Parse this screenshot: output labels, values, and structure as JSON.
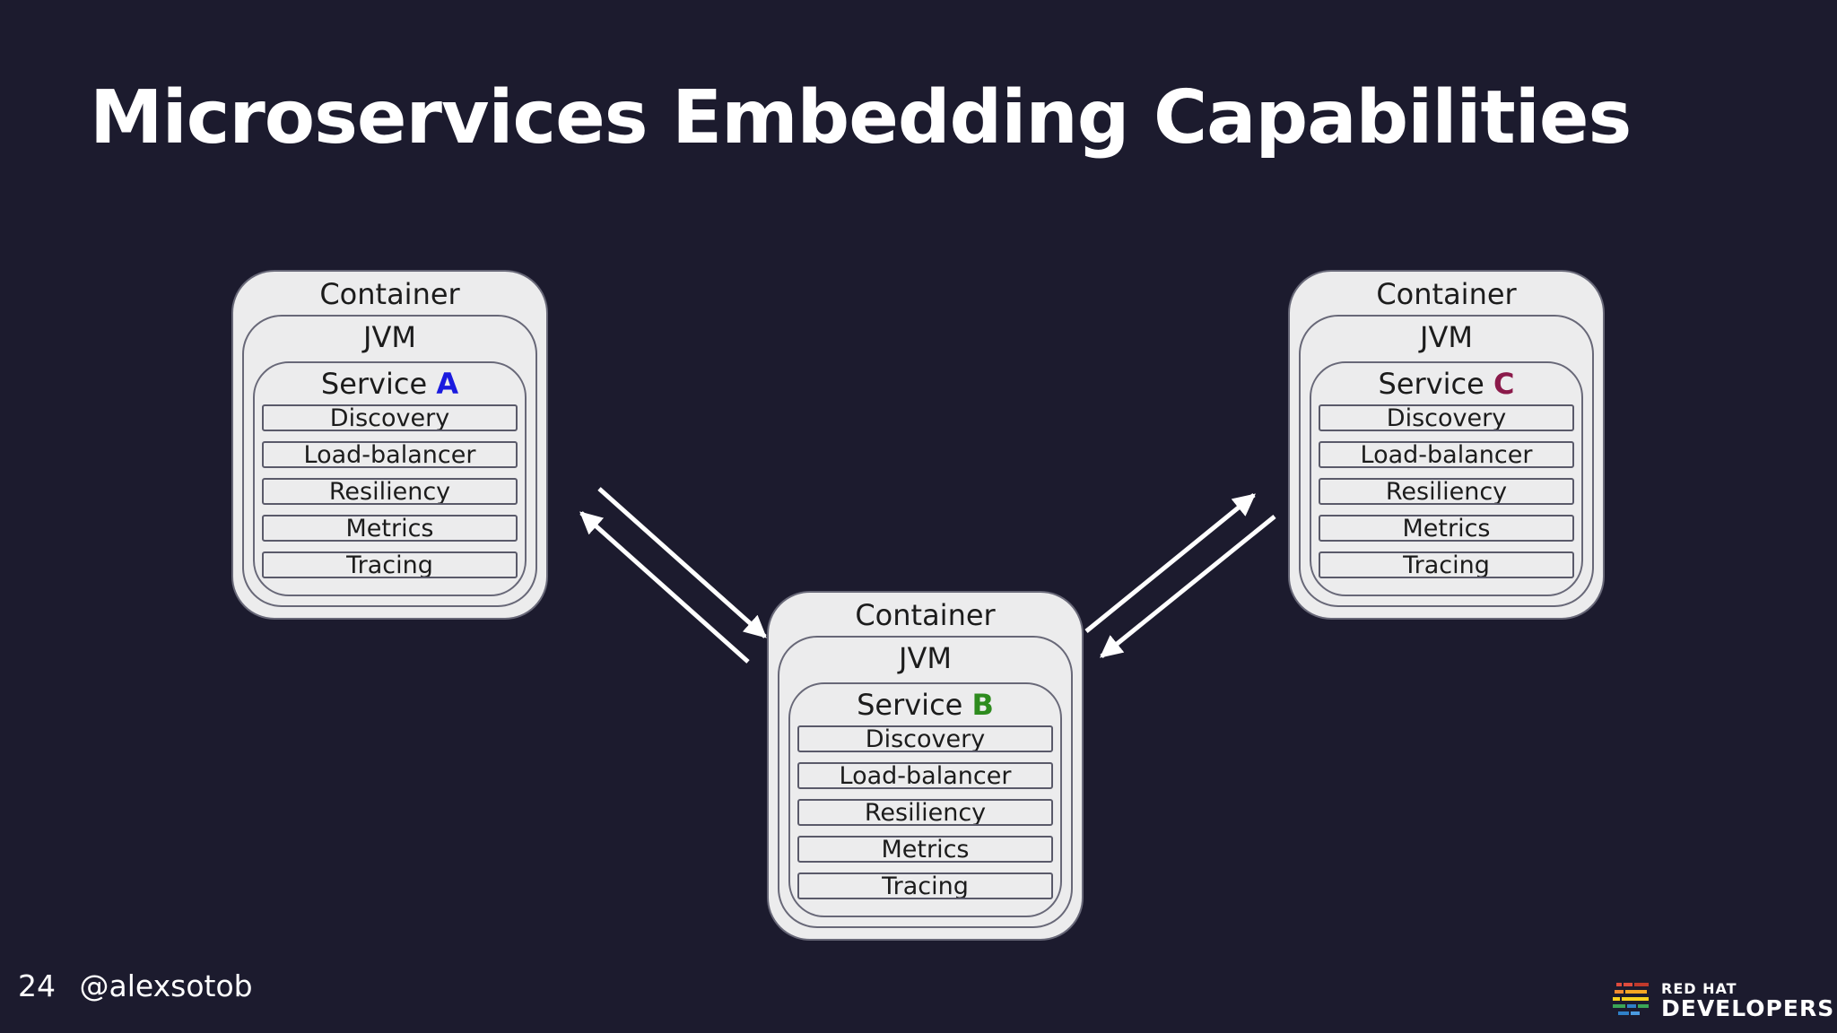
{
  "slide": {
    "title": "Microservices Embedding Capabilities",
    "number": "24",
    "handle": "@alexsotob"
  },
  "containers": [
    {
      "container_label": "Container",
      "jvm_label": "JVM",
      "service_prefix": "Service",
      "service_letter": "A",
      "letter_color": "#1a1adf",
      "capabilities": [
        "Discovery",
        "Load-balancer",
        "Resiliency",
        "Metrics",
        "Tracing"
      ]
    },
    {
      "container_label": "Container",
      "jvm_label": "JVM",
      "service_prefix": "Service",
      "service_letter": "B",
      "letter_color": "#2e8b1e",
      "capabilities": [
        "Discovery",
        "Load-balancer",
        "Resiliency",
        "Metrics",
        "Tracing"
      ]
    },
    {
      "container_label": "Container",
      "jvm_label": "JVM",
      "service_prefix": "Service",
      "service_letter": "C",
      "letter_color": "#8b1a4a",
      "capabilities": [
        "Discovery",
        "Load-balancer",
        "Resiliency",
        "Metrics",
        "Tracing"
      ]
    }
  ],
  "logo": {
    "line1": "RED HAT",
    "line2": "DEVELOPERS"
  },
  "colors": {
    "background": "#1c1b2e",
    "box_fill": "#ececed",
    "arrow": "#ffffff"
  }
}
